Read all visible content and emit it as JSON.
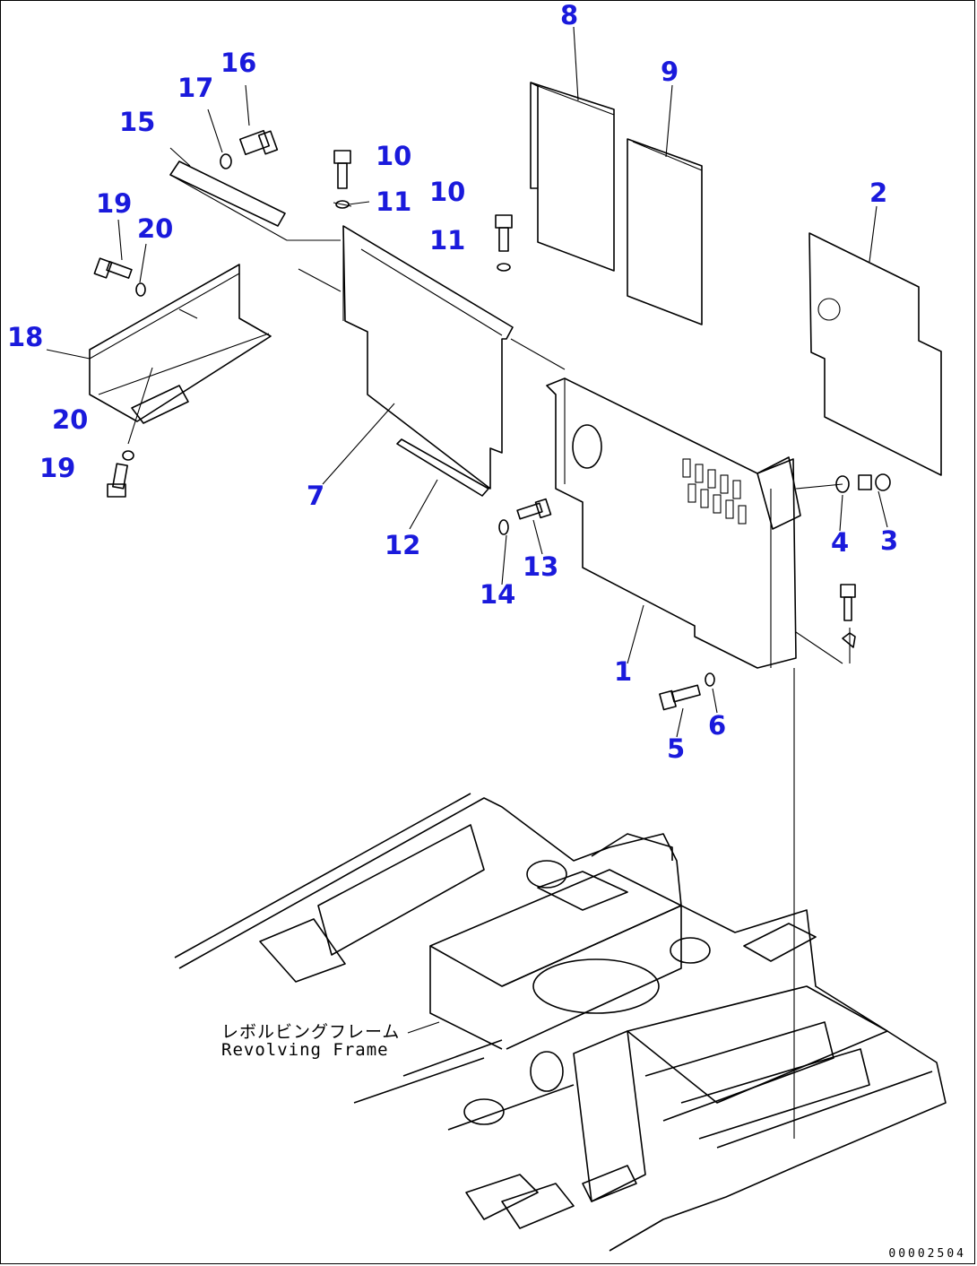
{
  "callouts": [
    {
      "id": "c8",
      "text": "8"
    },
    {
      "id": "c9",
      "text": "9"
    },
    {
      "id": "c16",
      "text": "16"
    },
    {
      "id": "c17",
      "text": "17"
    },
    {
      "id": "c15",
      "text": "15"
    },
    {
      "id": "c10a",
      "text": "10"
    },
    {
      "id": "c11a",
      "text": "11"
    },
    {
      "id": "c10b",
      "text": "10"
    },
    {
      "id": "c11b",
      "text": "11"
    },
    {
      "id": "c2",
      "text": "2"
    },
    {
      "id": "c19a",
      "text": "19"
    },
    {
      "id": "c20a",
      "text": "20"
    },
    {
      "id": "c18",
      "text": "18"
    },
    {
      "id": "c20b",
      "text": "20"
    },
    {
      "id": "c19b",
      "text": "19"
    },
    {
      "id": "c7",
      "text": "7"
    },
    {
      "id": "c12",
      "text": "12"
    },
    {
      "id": "c14",
      "text": "14"
    },
    {
      "id": "c13",
      "text": "13"
    },
    {
      "id": "c4",
      "text": "4"
    },
    {
      "id": "c3",
      "text": "3"
    },
    {
      "id": "c1",
      "text": "1"
    },
    {
      "id": "c5",
      "text": "5"
    },
    {
      "id": "c6",
      "text": "6"
    }
  ],
  "frame_label": {
    "jp": "レボルビングフレーム",
    "en": "Revolving Frame"
  },
  "drawing_code": "00002504",
  "colors": {
    "callout": "#1a1adc",
    "line": "#000000",
    "background": "#ffffff"
  }
}
